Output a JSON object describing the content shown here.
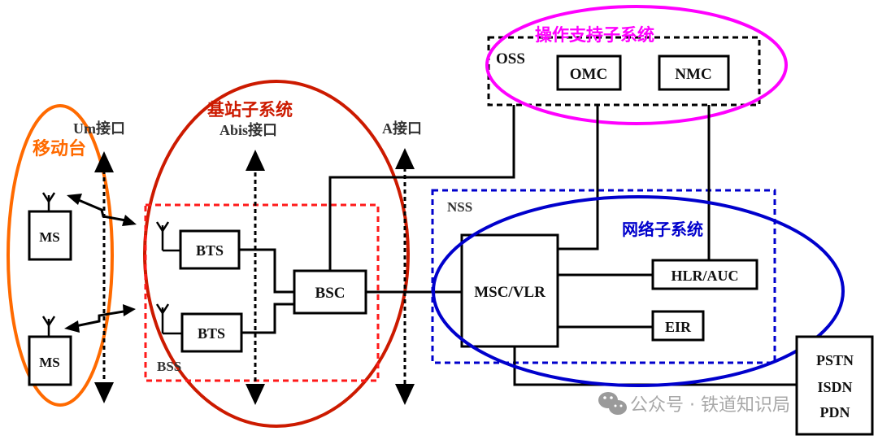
{
  "colors": {
    "mobile": "#ff6a00",
    "bss": "#cc1a00",
    "bss_box": "#ff1a1a",
    "oss": "#ff00ff",
    "nss": "#0000cc",
    "line": "#000000",
    "watermark": "#9a9a9a"
  },
  "groups": {
    "mobile_station": "移动台",
    "base_station_subsystem": "基站子系统",
    "operation_support_subsystem": "操作支持子系统",
    "network_subsystem": "网络子系统"
  },
  "interfaces": {
    "um": "Um接口",
    "abis": "Abis接口",
    "a": "A接口"
  },
  "boxes": {
    "oss": "OSS",
    "bss": "BSS",
    "nss": "NSS"
  },
  "nodes": {
    "ms1": "MS",
    "ms2": "MS",
    "bts1": "BTS",
    "bts2": "BTS",
    "bsc": "BSC",
    "msc": "MSC/VLR",
    "hlr": "HLR/AUC",
    "eir": "EIR",
    "omc": "OMC",
    "nmc": "NMC",
    "pstn": "PSTN",
    "isdn": "ISDN",
    "pdn": "PDN"
  },
  "watermark": "公众号 · 铁道知识局"
}
